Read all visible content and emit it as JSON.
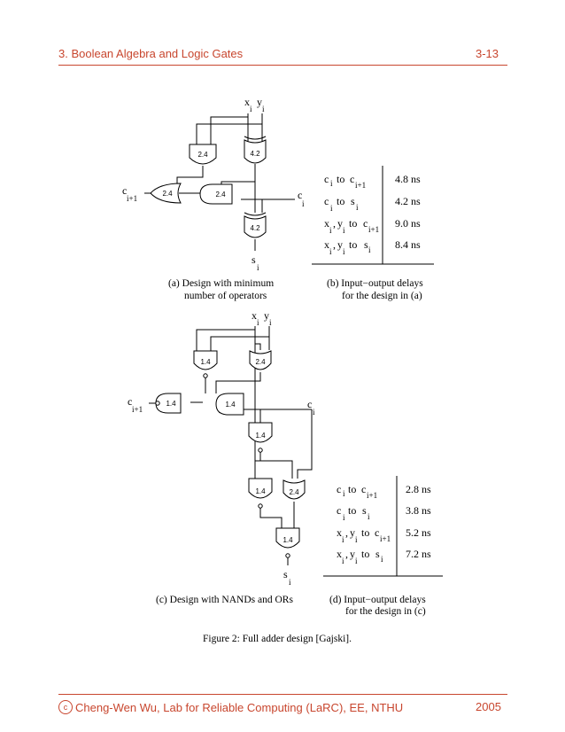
{
  "header": {
    "chapter": "3. Boolean Algebra and Logic Gates",
    "page": "3-13"
  },
  "footer": {
    "copyright_symbol": "c",
    "credit": "Cheng-Wen Wu, Lab for Reliable Computing (LaRC), EE, NTHU",
    "year": "2005"
  },
  "figure_caption": "Figure 2: Full adder design [Gajski].",
  "design_a": {
    "caption_line1": "(a) Design with minimum",
    "caption_line2": "number of operators",
    "gate_delays": {
      "and_top": "2.4",
      "xor_top": "4.2",
      "or_out": "2.4",
      "and_mid": "2.4",
      "xor_bot": "4.2"
    }
  },
  "design_c": {
    "caption": "(c) Design with NANDs and ORs",
    "gate_delays": {
      "nand_top": "1.4",
      "or_top": "2.4",
      "nand_out": "1.4",
      "nand_mid": "1.4",
      "nand_c": "1.4",
      "nand_d": "1.4",
      "or_d": "2.4",
      "nand_s": "1.4"
    }
  },
  "table_b": {
    "caption_line1": "(b) Input−output delays",
    "caption_line2": "for the design in (a)",
    "values": [
      "4.8 ns",
      "4.2 ns",
      "9.0 ns",
      "8.4 ns"
    ]
  },
  "table_d": {
    "caption_line1": "(d) Input−output delays",
    "caption_line2": "for the design in (c)",
    "values": [
      "2.8 ns",
      "3.8 ns",
      "5.2 ns",
      "7.2 ns"
    ]
  },
  "signal_labels": {
    "x": "x",
    "y": "y",
    "c": "c",
    "s": "s",
    "to": "to",
    "sub_i": "i",
    "sub_i1": "i+1",
    "comma": ","
  }
}
